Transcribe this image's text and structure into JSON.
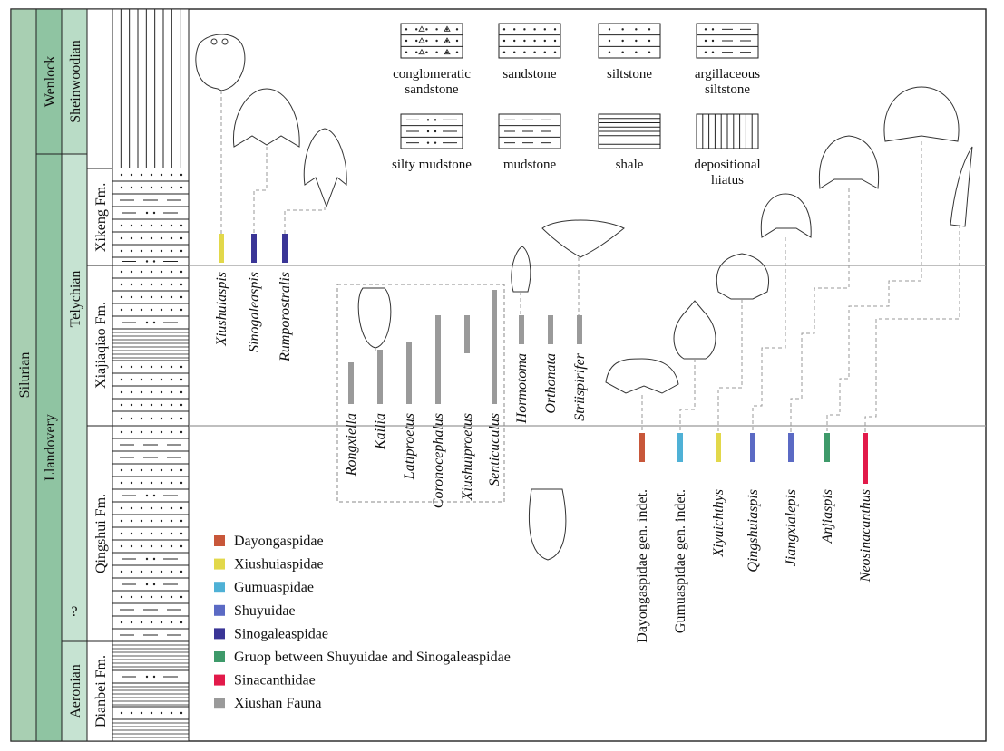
{
  "strat": {
    "system": "Silurian",
    "series": [
      "Llandovery",
      "Wenlock"
    ],
    "stages": [
      "Aeronian",
      "Telychian",
      "Sheinwoodian"
    ],
    "query_mark": "?",
    "formations": [
      "Dianbei Fm.",
      "Qingshui Fm.",
      "Xiajiaqiao Fm.",
      "Xikeng Fm."
    ]
  },
  "lithology": [
    {
      "label": "conglomeratic\nsandstone",
      "pattern": "conglomeratic-sandstone"
    },
    {
      "label": "sandstone",
      "pattern": "sandstone"
    },
    {
      "label": "siltstone",
      "pattern": "siltstone"
    },
    {
      "label": "argillaceous\nsiltstone",
      "pattern": "argillaceous-siltstone"
    },
    {
      "label": "silty mudstone",
      "pattern": "silty-mudstone"
    },
    {
      "label": "mudstone",
      "pattern": "mudstone"
    },
    {
      "label": "shale",
      "pattern": "shale"
    },
    {
      "label": "depositional\nhiatus",
      "pattern": "hiatus"
    }
  ],
  "taxa_xikeng": [
    {
      "name": "Xiushuiaspis",
      "color": "#e2d84a"
    },
    {
      "name": "Sinogaleaspis",
      "color": "#3a3596"
    },
    {
      "name": "Rumporostralis",
      "color": "#3a3596"
    }
  ],
  "taxa_xiushan": [
    "Rongxiella",
    "Kailia",
    "Latiproetus",
    "Coronocephalus",
    "Xiushuiproetus",
    "Senticuculus",
    "Hormotoma",
    "Orthonata",
    "Striispirifer"
  ],
  "taxa_lower": [
    {
      "name": "Dayongaspidae gen. indet.",
      "italic": false,
      "color": "#c8573a"
    },
    {
      "name": "Gumuaspidae gen. indet.",
      "italic": false,
      "color": "#4fb1d6"
    },
    {
      "name": "Xiyuichthys",
      "italic": true,
      "color": "#e2d84a"
    },
    {
      "name": "Qingshuiaspis",
      "italic": true,
      "color": "#5b6ac4"
    },
    {
      "name": "Jiangxialepis",
      "italic": true,
      "color": "#5b6ac4"
    },
    {
      "name": "Anjiaspis",
      "italic": true,
      "color": "#3e9a6a"
    },
    {
      "name": "Neosinacanthus",
      "italic": true,
      "color": "#e21a4a"
    }
  ],
  "legend": [
    {
      "label": "Dayongaspidae",
      "color": "#c8573a"
    },
    {
      "label": "Xiushuiaspidae",
      "color": "#e2d84a"
    },
    {
      "label": "Gumuaspidae",
      "color": "#4fb1d6"
    },
    {
      "label": "Shuyuidae",
      "color": "#5b6ac4"
    },
    {
      "label": "Sinogaleaspidae",
      "color": "#3a3596"
    },
    {
      "label": "Gruop between Shuyuidae and Sinogaleaspidae",
      "color": "#3e9a6a"
    },
    {
      "label": "Sinacanthidae",
      "color": "#e21a4a"
    },
    {
      "label": "Xiushan Fauna",
      "color": "#9a9a9a"
    }
  ],
  "colors": {
    "system_bg": "#a8cfb2",
    "series_bg": "#8fc4a2",
    "stage_bg": "#c6e3d2",
    "wenlock_bg": "#b9dcc6"
  }
}
